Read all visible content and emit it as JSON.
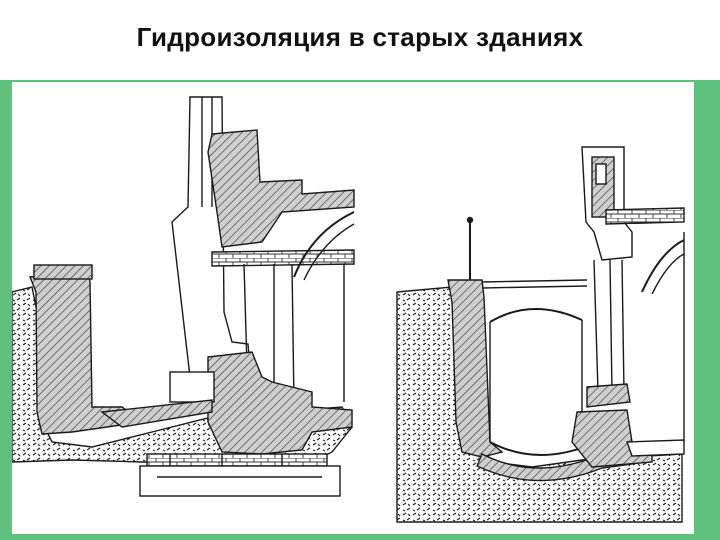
{
  "slide": {
    "title": "Гидроизоляция в старых зданиях"
  },
  "colors": {
    "frame": "#5ec07a",
    "ink": "#1a1a1a",
    "masonry_fill": "#b8b8b8",
    "paper": "#ffffff"
  },
  "figures": [
    {
      "id": "left-section",
      "subject": "wall-with-vaulted-basement-and-buttress"
    },
    {
      "id": "right-section",
      "subject": "wall-with-vaulted-cellar-and-drain"
    }
  ]
}
